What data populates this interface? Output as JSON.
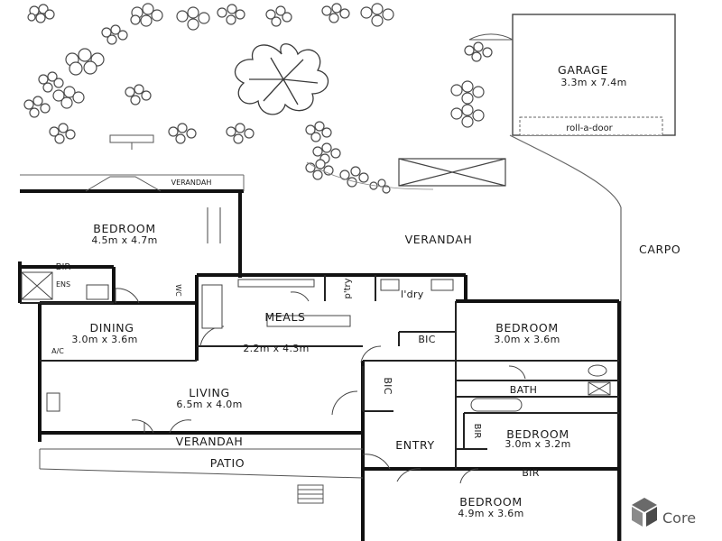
{
  "rooms": {
    "garage": {
      "name": "GARAGE",
      "dims": "3.3m x 7.4m"
    },
    "roll_a_door": "roll-a-door",
    "verandah_top": "VERANDAH",
    "verandah_main": "VERANDAH",
    "carport": "CARPO",
    "bedroom_1": {
      "name": "BEDROOM",
      "dims": "4.5m x 4.7m"
    },
    "bir_1": "BIR",
    "ens": "ENS",
    "wc_1": "WC",
    "pantry": "p'try",
    "laundry": "l'dry",
    "dining": {
      "name": "DINING",
      "dims": "3.0m x 3.6m"
    },
    "ac": "A/C",
    "meals": {
      "name": "MEALS",
      "dims": "2.2m x 4.3m"
    },
    "bic_1": "BIC",
    "bedroom_2": {
      "name": "BEDROOM",
      "dims": "3.0m x 3.6m"
    },
    "living": {
      "name": "LIVING",
      "dims": "6.5m x 4.0m"
    },
    "bic_2": "BIC",
    "bath": "BATH",
    "bir_2": "BIR",
    "bedroom_3": {
      "name": "BEDROOM",
      "dims": "3.0m x 3.2m"
    },
    "verandah_front": "VERANDAH",
    "entry": "ENTRY",
    "patio": "PATIO",
    "bir_3": "BIR",
    "bedroom_4": {
      "name": "BEDROOM",
      "dims": "4.9m x 3.6m"
    }
  },
  "watermark": "Core"
}
